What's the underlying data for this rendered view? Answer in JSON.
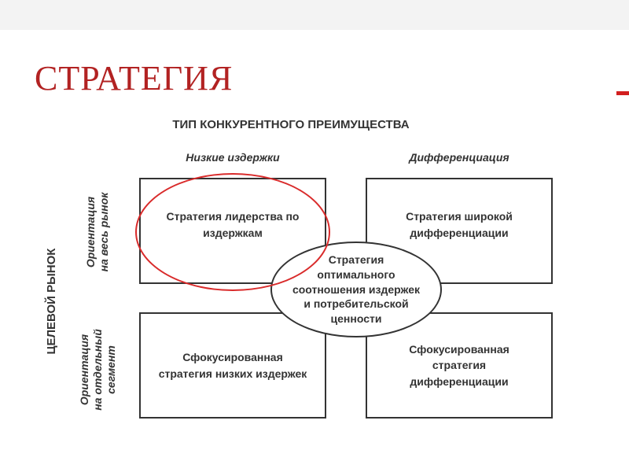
{
  "slide": {
    "title": "СТРАТЕГИЯ",
    "title_color": "#b22222",
    "accent_color": "#d21f1f",
    "frame_color": "#f3f3f3"
  },
  "diagram": {
    "header": "ТИП КОНКУРЕНТНОГО ПРЕИМУЩЕСТВА",
    "col_labels": [
      "Низкие издержки",
      "Дифференциация"
    ],
    "row_axis_label": "ЦЕЛЕВОЙ РЫНОК",
    "row_labels": [
      [
        "Ориентация",
        "на весь рынок"
      ],
      [
        "Ориентация",
        "на отдельный",
        "сегмент"
      ]
    ],
    "quadrants": [
      [
        "Стратегия лидерства по",
        "издержкам"
      ],
      [
        "Стратегия широкой",
        "дифференциации"
      ],
      [
        "Сфокусированная",
        "стратегия низких издержек"
      ],
      [
        "Сфокусированная",
        "стратегия",
        "дифференциации"
      ]
    ],
    "center": [
      "Стратегия",
      "оптимального",
      "соотношения издержек",
      "и потребительской",
      "ценности"
    ],
    "highlight_color": "#d92b2b"
  }
}
